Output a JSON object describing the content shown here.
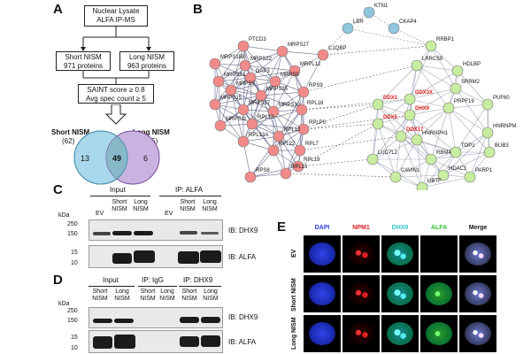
{
  "panel_a": {
    "letter": "A",
    "top_box": [
      "Nuclear Lysate",
      "ALFA IP-MS"
    ],
    "short_box": [
      "Short NISM",
      "971 proteins"
    ],
    "long_box": [
      "Long NISM",
      "963 proteins"
    ],
    "filter_box": [
      "SAINT score ≥ 0.8",
      "Avg spec count ≥ 5"
    ],
    "venn_short_label": [
      "Short NISM",
      "(62)"
    ],
    "venn_long_label": [
      "Long NISM",
      "(55)"
    ],
    "venn_values": {
      "short_only": "13",
      "overlap": "49",
      "long_only": "6"
    }
  },
  "panel_b": {
    "letter": "B",
    "blue_nodes": [
      "KTN1",
      "LBR",
      "CKAP4"
    ],
    "red_nodes": [
      "PTCD3",
      "MRPS27",
      "C1QBP",
      "MRPS18B",
      "MRPS22",
      "MRPL12",
      "MRPS31",
      "DAP3",
      "MRPS5",
      "MRPS9",
      "RPS9",
      "MRPS15",
      "MRPS35",
      "RPL18",
      "MRPS17",
      "MRPS10",
      "RPL13",
      "RPLP0",
      "MRPS11",
      "RPL12",
      "RPL13A",
      "RPL22",
      "RPL7",
      "RPL19",
      "RPS8",
      "RPL15"
    ],
    "green_nodes": [
      "RRBP1",
      "LRRC59",
      "HDLBP",
      "SRRM2",
      "PUF60",
      "PRPF19",
      "HNRNPM",
      "DDX1",
      "DDX3X",
      "DHX9",
      "DDX5",
      "DDX17",
      "HNRNPH1",
      "BUB3",
      "LUC7L2",
      "RBM4",
      "TOP1",
      "PARP1",
      "CAVIN1",
      "HDAC1",
      "UBTF"
    ],
    "highlight_nodes": [
      "DDX1",
      "DDX3X",
      "DHX9",
      "DDX5",
      "DDX17"
    ],
    "colors": {
      "red": "#f28a8a",
      "green": "#c9eda0",
      "blue": "#8ec7de",
      "highlight_text": "#e02020"
    }
  },
  "panel_c": {
    "letter": "C",
    "group_input": "Input",
    "group_ip": "IP: ALFA",
    "lanes": [
      "EV",
      "Short NISM",
      "Long NISM",
      "EV",
      "Short NISM",
      "Long NISM"
    ],
    "kda_label": "kDa",
    "markers_top": [
      "250",
      "150"
    ],
    "markers_bottom": [
      "15",
      "10"
    ],
    "ib_top": "IB: DHX9",
    "ib_bottom": "IB: ALFA"
  },
  "panel_d": {
    "letter": "D",
    "group_input": "Input",
    "group_igg": "IP: IgG",
    "group_dhx9": "IP: DHX9",
    "lanes": [
      "Short NISM",
      "Long NISM",
      "Short NISM",
      "Long NISM",
      "Short NISM",
      "Long NISM"
    ],
    "kda_label": "kDa",
    "markers_top": [
      "250",
      "150"
    ],
    "markers_bottom": [
      "15",
      "10"
    ],
    "ib_top": "IB: DHX9",
    "ib_bottom": "IB: ALFA"
  },
  "panel_e": {
    "letter": "E",
    "columns": [
      {
        "label": "DAPI",
        "color": "#2a3ae0"
      },
      {
        "label": "NPM1",
        "color": "#e02020"
      },
      {
        "label": "DHX9",
        "color": "#30c8d0"
      },
      {
        "label": "ALFA",
        "color": "#30c030"
      },
      {
        "label": "Merge",
        "color": "#111111"
      }
    ],
    "rows": [
      "EV",
      "Short NISM",
      "Long NISM"
    ]
  }
}
